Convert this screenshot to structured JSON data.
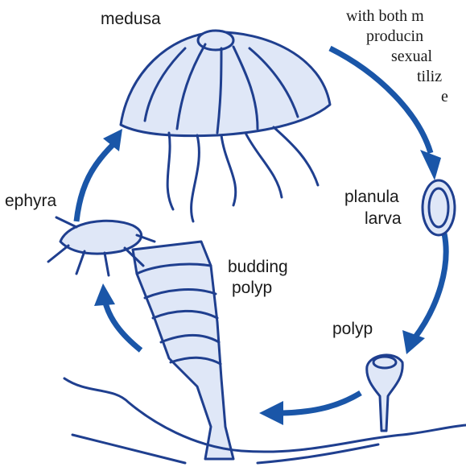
{
  "stages": {
    "medusa": "medusa",
    "planula_line1": "planula",
    "planula_line2": "larva",
    "polyp": "polyp",
    "budding_line1": "budding",
    "budding_line2": "polyp",
    "ephyra": "ephyra"
  },
  "caption_lines": [
    "with both m",
    "producin",
    "sexual",
    "tiliz",
    "e"
  ],
  "colors": {
    "arrow": "#1a56a8",
    "ink": "#1f3f8f"
  }
}
